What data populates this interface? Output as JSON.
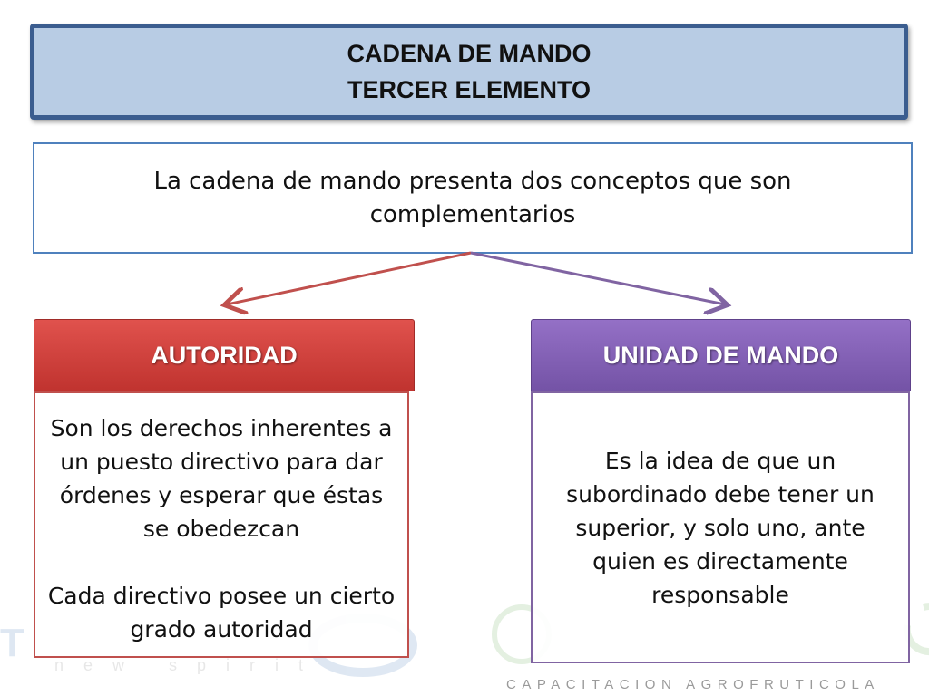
{
  "title": {
    "line1": "CADENA DE MANDO",
    "line2": "TERCER ELEMENTO"
  },
  "intro": "La cadena de mando presenta dos conceptos que son complementarios",
  "left": {
    "header": "AUTORIDAD",
    "paragraph1": "Son los derechos inherentes a un puesto directivo para dar órdenes y esperar que éstas se obedezcan",
    "paragraph2": "Cada directivo posee un cierto grado autoridad"
  },
  "right": {
    "header": "UNIDAD DE MANDO",
    "paragraph1": "Es la idea de que un subordinado debe tener un superior, y solo uno, ante quien es directamente responsable"
  },
  "watermark": {
    "tagline": "new spirit",
    "brand": "CAPACITACION AGROFRUTICOLA"
  },
  "colors": {
    "title_bg": "#b8cce4",
    "title_border": "#3b5d8f",
    "intro_border": "#4f81bd",
    "left_accent": "#c0504d",
    "right_accent": "#8064a2"
  }
}
